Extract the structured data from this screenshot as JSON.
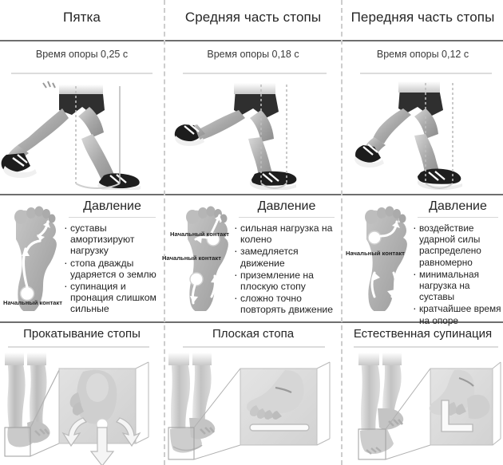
{
  "columns": [
    {
      "id": "heel",
      "title": "Пятка",
      "support_time": "Время опоры 0,25 с",
      "pressure": {
        "heading": "Давление",
        "items": [
          "суставы амортизируют нагрузку",
          "стопа дважды ударяется о землю",
          "супинация и пронация слишком сильные"
        ],
        "contact_labels": [
          "Начальный контакт"
        ]
      },
      "bottom": {
        "title": "Прокатывание стопы"
      }
    },
    {
      "id": "midfoot",
      "title": "Средняя часть стопы",
      "support_time": "Время опоры 0,18 с",
      "pressure": {
        "heading": "Давление",
        "items": [
          "сильная нагрузка на колено",
          "замедляется движение",
          "приземление на плоскую стопу",
          "сложно точно повторять движение"
        ],
        "contact_labels": [
          "Начальный контакт",
          "Начальный контакт"
        ]
      },
      "bottom": {
        "title": "Плоская стопа"
      }
    },
    {
      "id": "forefoot",
      "title": "Передняя часть стопы",
      "support_time": "Время опоры 0,12 с",
      "pressure": {
        "heading": "Давление",
        "items": [
          "воздействие ударной силы распределено равномерно",
          "минимальная нагрузка на суставы",
          "кратчайшее время на опоре"
        ],
        "contact_labels": [
          "Начальный контакт"
        ]
      },
      "bottom": {
        "title": "Естественная супинация"
      }
    }
  ],
  "colors": {
    "rule_dark": "#6e6e6e",
    "rule_light": "#dcdcdc",
    "divider_dashed": "#cdcdcd",
    "text": "#262626",
    "foot_fill": "#a9a9a9",
    "skin_light": "#d8d8d8"
  }
}
